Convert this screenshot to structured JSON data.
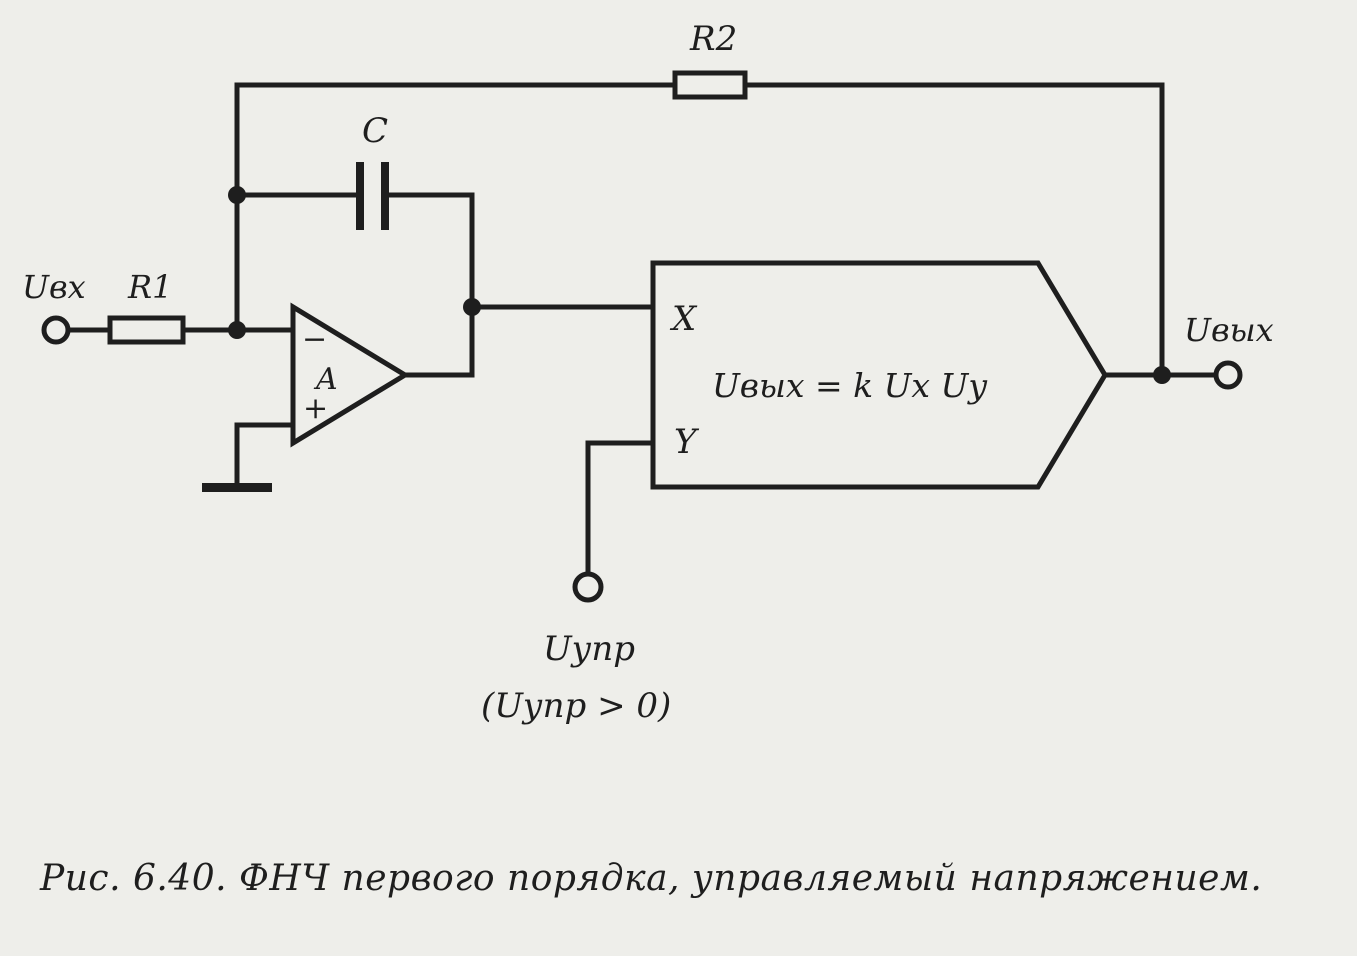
{
  "labels": {
    "r2": "R2",
    "c": "C",
    "uin": "Uвх",
    "r1": "R1",
    "minus": "−",
    "amp": "A",
    "plus": "+",
    "x_in": "X",
    "y_in": "Y",
    "formula": "Uвых = k Ux Uy",
    "uout": "Uвых",
    "ucontrol": "Uупр",
    "ucontrol_cond": "(Uупр > 0)"
  },
  "caption": "Рис. 6.40. ФНЧ первого порядка, управляемый напряжением."
}
